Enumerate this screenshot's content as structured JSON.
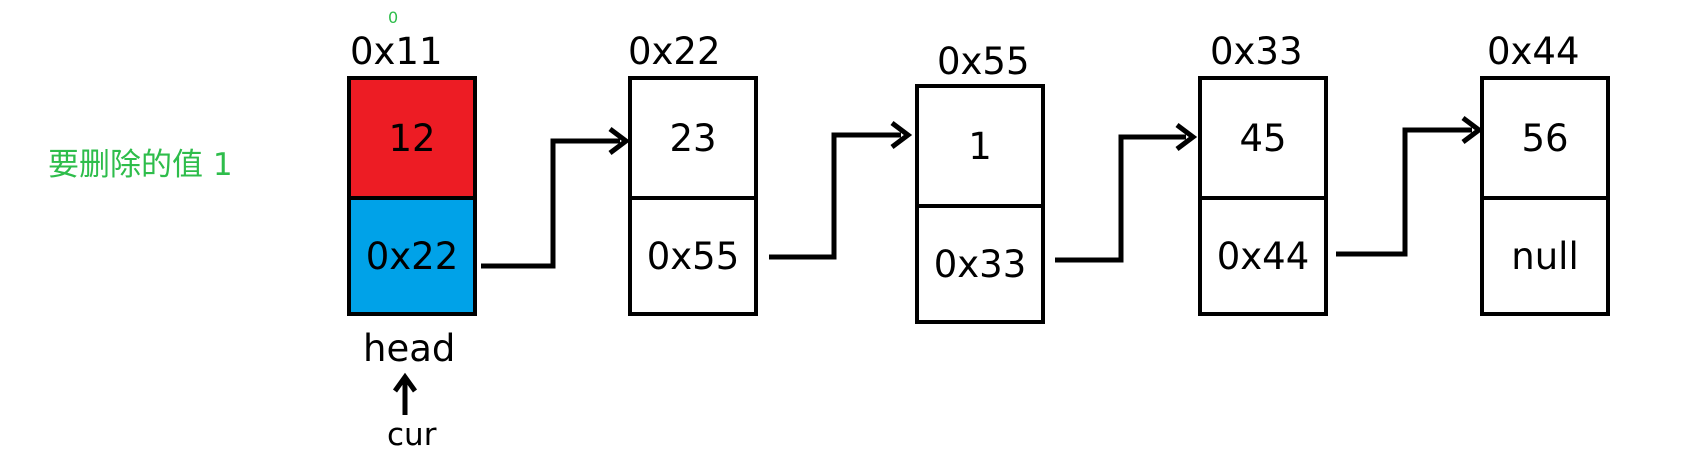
{
  "annotation": {
    "label": "要删除的值 1",
    "color": "#2ebd4b"
  },
  "head_index_mark": "0",
  "head_label": "head",
  "cur_label": "cur",
  "nodes": [
    {
      "address": "0x11",
      "value": "12",
      "next": "0x22",
      "value_fill": "#ed1c24",
      "next_fill": "#00a2e8"
    },
    {
      "address": "0x22",
      "value": "23",
      "next": "0x55",
      "value_fill": "#ffffff",
      "next_fill": "#ffffff"
    },
    {
      "address": "0x55",
      "value": "1",
      "next": "0x33",
      "value_fill": "#ffffff",
      "next_fill": "#ffffff"
    },
    {
      "address": "0x33",
      "value": "45",
      "next": "0x44",
      "value_fill": "#ffffff",
      "next_fill": "#ffffff"
    },
    {
      "address": "0x44",
      "value": "56",
      "next": "null",
      "value_fill": "#ffffff",
      "next_fill": "#ffffff"
    }
  ]
}
